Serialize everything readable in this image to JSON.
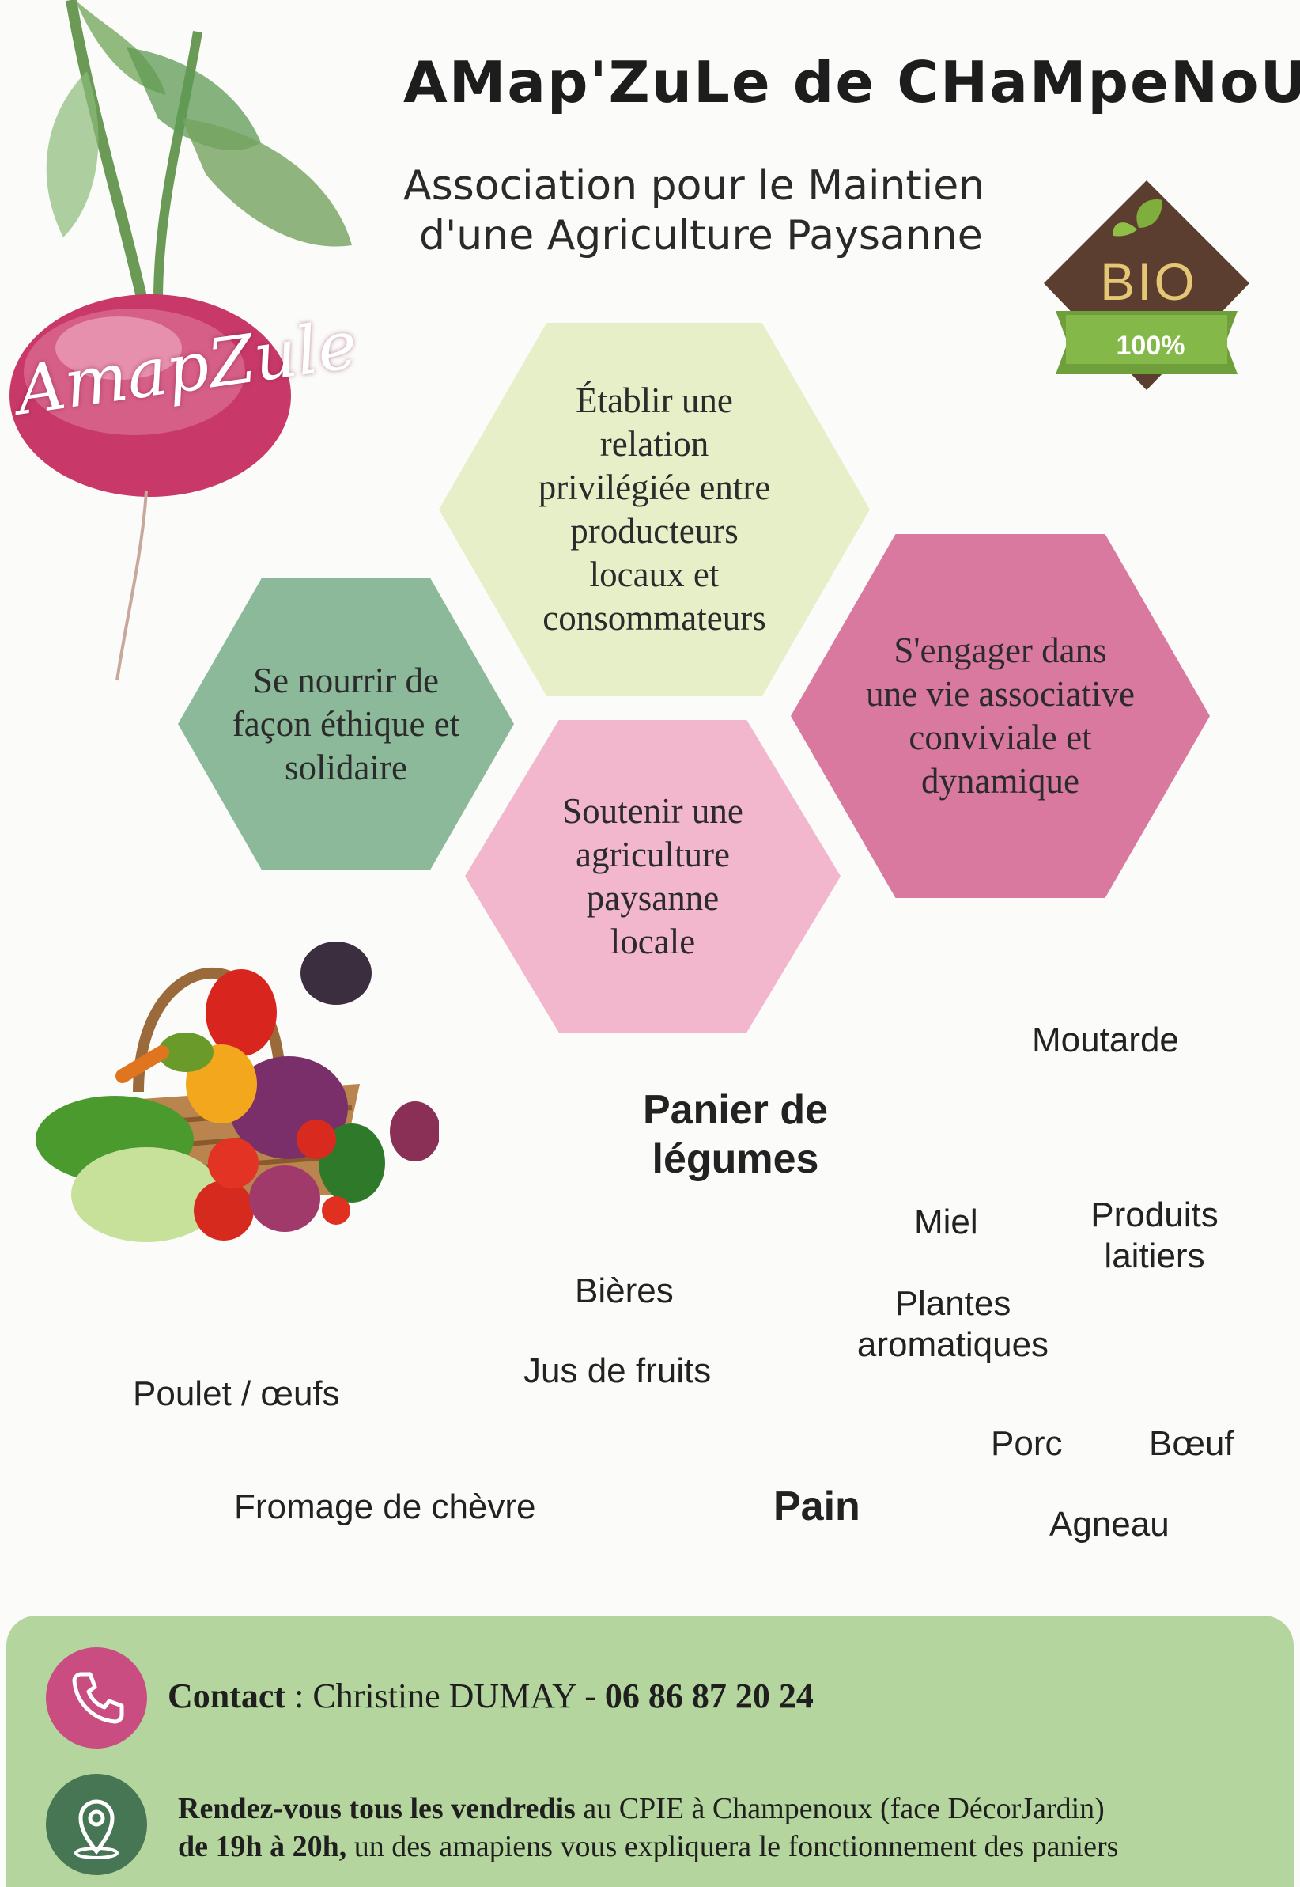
{
  "header": {
    "title": "AMap'ZuLe de CHaMpeNoUX",
    "subtitle_line1": "Association pour le Maintien",
    "subtitle_line2": "d'une Agriculture Paysanne"
  },
  "logo": {
    "text": "AmapZule"
  },
  "badge": {
    "text": "BIO",
    "percent": "100%"
  },
  "hexagons": [
    {
      "text": "Établir une relation privilégiée entre producteurs locaux et consommateurs"
    },
    {
      "text": "Se nourrir de façon éthique et solidaire"
    },
    {
      "text": "S'engager dans une vie associative conviviale et dynamique"
    },
    {
      "text": "Soutenir une agriculture paysanne locale"
    }
  ],
  "products": {
    "moutarde": "Moutarde",
    "panier_line1": "Panier de",
    "panier_line2": "légumes",
    "miel": "Miel",
    "laitiers_line1": "Produits",
    "laitiers_line2": "laitiers",
    "bieres": "Bières",
    "plantes_line1": "Plantes",
    "plantes_line2": "aromatiques",
    "jus": "Jus de fruits",
    "poulet": "Poulet / œufs",
    "porc": "Porc",
    "boeuf": "Bœuf",
    "fromage": "Fromage de chèvre",
    "pain": "Pain",
    "agneau": "Agneau"
  },
  "footer": {
    "contact_label": "Contact",
    "contact_sep": " : ",
    "contact_name": "Christine DUMAY",
    "contact_dash": " - ",
    "contact_phone": "06 86 87 20 24",
    "rdv_bold": "Rendez-vous tous les vendredis",
    "rdv_rest": " au CPIE à Champenoux (face DécorJardin)",
    "rdv_time": "de 19h à 20h,",
    "rdv_rest2": " un des amapiens vous expliquera le fonctionnement des paniers"
  },
  "colors": {
    "hex_light_green": "#e7efc8",
    "hex_sage": "#8db99b",
    "hex_magenta": "#d9799f",
    "hex_pink": "#f2b6cd",
    "footer_green": "#b5d59e",
    "phone_icon_bg": "#c94d80",
    "location_icon_bg": "#477654"
  }
}
